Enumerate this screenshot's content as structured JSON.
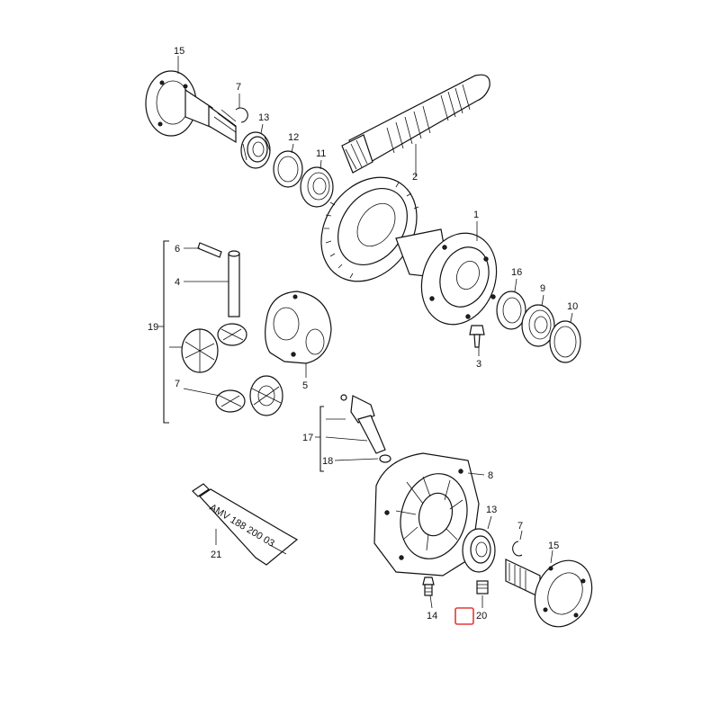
{
  "callouts": {
    "c15a": "15",
    "c7a": "7",
    "c13a": "13",
    "c12": "12",
    "c11": "11",
    "c2": "2",
    "c1": "1",
    "c6": "6",
    "c4": "4",
    "c19": "19",
    "c7b": "7",
    "c5": "5",
    "c16": "16",
    "c9": "9",
    "c10": "10",
    "c3": "3",
    "c17": "17",
    "c18": "18",
    "c8": "8",
    "c13b": "13",
    "c7c": "7",
    "c15b": "15",
    "c21": "21",
    "c14": "14",
    "c20": "20"
  },
  "tube_label": "AMV 188 200 03",
  "highlight": {
    "color": "#e53935",
    "target": "20"
  }
}
